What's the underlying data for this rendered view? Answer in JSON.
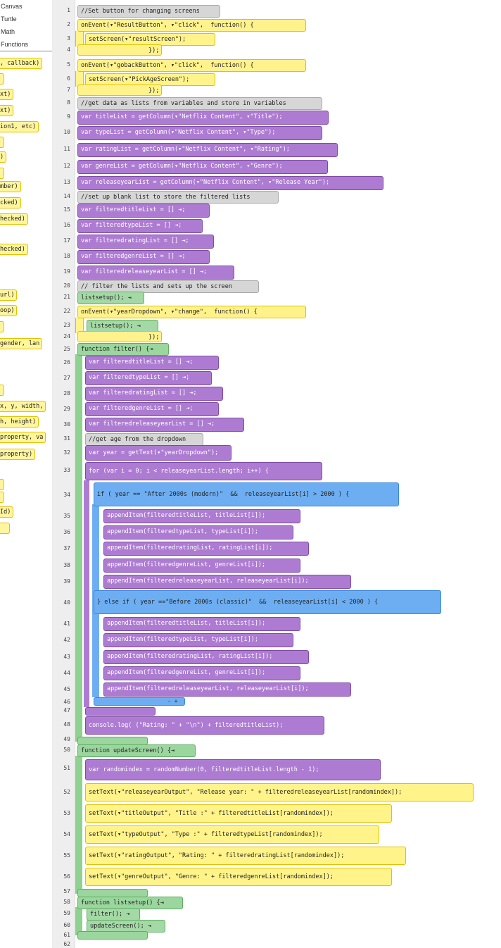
{
  "toolbox": {
    "categories": [
      "Canvas",
      "Turtle",
      "Math",
      "Functions"
    ],
    "blocks": [
      ", callback)",
      "",
      "xt)",
      "xt)",
      "ion1, etc)",
      "",
      ")",
      "",
      "mber)",
      "cked)",
      "hecked)",
      "hecked)",
      "url)",
      "oop)",
      "",
      " gender, lan",
      "",
      "x, y, width,",
      "h, height)",
      "property, va",
      "property)",
      "",
      "",
      "Id)",
      ""
    ]
  },
  "editor": {
    "line_numbers": [
      "1",
      "2",
      "3",
      "4",
      "5",
      "6",
      "7",
      "8",
      "9",
      "10",
      "11",
      "12",
      "13",
      "14",
      "15",
      "16",
      "17",
      "18",
      "19",
      "20",
      "21",
      "22",
      "23",
      "24",
      "25",
      "26",
      "27",
      "28",
      "29",
      "30",
      "31",
      "32",
      "33",
      "34",
      "35",
      "36",
      "37",
      "38",
      "39",
      "40",
      "41",
      "42",
      "43",
      "44",
      "45",
      "46",
      "47",
      "48",
      "49",
      "50",
      "51",
      "52",
      "53",
      "54",
      "55",
      "56",
      "57",
      "58",
      "59",
      "60",
      "61",
      "62"
    ],
    "blocks": [
      {
        "id": "b1",
        "kind": "comment",
        "text": "//Set button for changing screens"
      },
      {
        "id": "b2",
        "kind": "event",
        "text": "onEvent(▾\"ResultButton\", ▾\"click\",  function() {"
      },
      {
        "id": "b3",
        "kind": "ui",
        "text": "setScreen(▾\"resultScreen\");"
      },
      {
        "id": "b4",
        "kind": "event",
        "text": "});"
      },
      {
        "id": "b5",
        "kind": "event",
        "text": "onEvent(▾\"gobackButton\", ▾\"click\",  function() {"
      },
      {
        "id": "b6",
        "kind": "ui",
        "text": "setScreen(▾\"PickAgeScreen\");"
      },
      {
        "id": "b7",
        "kind": "event",
        "text": "});"
      },
      {
        "id": "b8",
        "kind": "comment",
        "text": "//get data as lists from variables and store in variables"
      },
      {
        "id": "b9",
        "kind": "var",
        "text": "var titleList = getColumn(▾\"Netflix Content\", ▾\"Title\");"
      },
      {
        "id": "b10",
        "kind": "var",
        "text": "var typeList = getColumn(▾\"Netflix Content\", ▾\"Type\");"
      },
      {
        "id": "b11",
        "kind": "var",
        "text": "var ratingList = getColumn(▾\"Netflix Content\", ▾\"Rating\");"
      },
      {
        "id": "b12",
        "kind": "var",
        "text": "var genreList = getColumn(▾\"Netflix Content\", ▾\"Genre\");"
      },
      {
        "id": "b13",
        "kind": "var",
        "text": "var releaseyearList = getColumn(▾\"Netflix Content\", ▾\"Release Year\");"
      },
      {
        "id": "b14",
        "kind": "comment",
        "text": "//set up blank list to store the filtered lists"
      },
      {
        "id": "b15",
        "kind": "var",
        "text": "var filteredtitleList = [] ⇥;"
      },
      {
        "id": "b16",
        "kind": "var",
        "text": "var filteredtypeList = [] ⇥;"
      },
      {
        "id": "b17",
        "kind": "var",
        "text": "var filteredratingList = [] ⇥;"
      },
      {
        "id": "b18",
        "kind": "var",
        "text": "var filteredgenreList = [] ⇥;"
      },
      {
        "id": "b19",
        "kind": "var",
        "text": "var filteredreleaseyearList = [] ⇥;"
      },
      {
        "id": "b20",
        "kind": "comment",
        "text": "// filter the lists and sets up the screen"
      },
      {
        "id": "b21",
        "kind": "func",
        "text": "listsetup(); ⇥"
      },
      {
        "id": "b22",
        "kind": "event",
        "text": "onEvent(▾\"yearDropdown\", ▾\"change\",  function() {"
      },
      {
        "id": "b23",
        "kind": "func",
        "text": "listsetup(); ⇥"
      },
      {
        "id": "b24",
        "kind": "event",
        "text": "});"
      },
      {
        "id": "b25",
        "kind": "func",
        "text": "function filter() {⇥"
      },
      {
        "id": "b26",
        "kind": "var",
        "text": "var filteredtitleList = [] ⇥;"
      },
      {
        "id": "b27",
        "kind": "var",
        "text": "var filteredtypeList = [] ⇥;"
      },
      {
        "id": "b28",
        "kind": "var",
        "text": "var filteredratingList = [] ⇥;"
      },
      {
        "id": "b29",
        "kind": "var",
        "text": "var filteredgenreList = [] ⇥;"
      },
      {
        "id": "b30",
        "kind": "var",
        "text": "var filteredreleaseyearList = [] ⇥;"
      },
      {
        "id": "b31",
        "kind": "comment",
        "text": "//get age from the dropdown"
      },
      {
        "id": "b32",
        "kind": "var",
        "text": "var year = getText(▾\"yearDropdown\");"
      },
      {
        "id": "b33",
        "kind": "control",
        "text": "for (var i = 0; i < releaseyearList.length; i++) {"
      },
      {
        "id": "b34",
        "kind": "control",
        "text": "if ( year == \"After 2000s (modern)\"  &&  releaseyearList[i] > 2000 ) {"
      },
      {
        "id": "b35",
        "kind": "var",
        "text": "appendItem(filteredtitleList, titleList[i]);"
      },
      {
        "id": "b36",
        "kind": "var",
        "text": "appendItem(filteredtypeList, typeList[i]);"
      },
      {
        "id": "b37",
        "kind": "var",
        "text": "appendItem(filteredratingList, ratingList[i]);"
      },
      {
        "id": "b38",
        "kind": "var",
        "text": "appendItem(filteredgenreList, genreList[i]);"
      },
      {
        "id": "b39",
        "kind": "var",
        "text": "appendItem(filteredreleaseyearList, releaseyearList[i]);"
      },
      {
        "id": "b40",
        "kind": "control",
        "text": "} else if ( year ==\"Before 2000s (classic)\"  &&  releaseyearList[i] < 2000 ) {"
      },
      {
        "id": "b41",
        "kind": "var",
        "text": "appendItem(filteredtitleList, titleList[i]);"
      },
      {
        "id": "b42",
        "kind": "var",
        "text": "appendItem(filteredtypeList, typeList[i]);"
      },
      {
        "id": "b43",
        "kind": "var",
        "text": "appendItem(filteredratingList, ratingList[i]);"
      },
      {
        "id": "b44",
        "kind": "var",
        "text": "appendItem(filteredgenreList, genreList[i]);"
      },
      {
        "id": "b45",
        "kind": "var",
        "text": "appendItem(filteredreleaseyearList, releaseyearList[i]);"
      },
      {
        "id": "b46",
        "kind": "control",
        "text": "- +"
      },
      {
        "id": "b48",
        "kind": "var",
        "text": "console.log( (\"Rating: \" + \"\\n\") + filteredtitleList);"
      },
      {
        "id": "b50",
        "kind": "func",
        "text": "function updateScreen() {⇥"
      },
      {
        "id": "b51",
        "kind": "var",
        "text": "var randomindex = randomNumber(0, filteredtitleList.length - 1);"
      },
      {
        "id": "b52",
        "kind": "ui",
        "text": "setText(▾\"releaseyearOutput\", \"Release year: \" + filteredreleaseyearList[randomindex]);"
      },
      {
        "id": "b53",
        "kind": "ui",
        "text": "setText(▾\"titleOutput\", \"Title :\" + filteredtitleList[randomindex]);"
      },
      {
        "id": "b54",
        "kind": "ui",
        "text": "setText(▾\"typeOutput\", \"Type :\" + filteredtypeList[randomindex]);"
      },
      {
        "id": "b55",
        "kind": "ui",
        "text": "setText(▾\"ratingOutput\", \"Rating: \" + filteredratingList[randomindex]);"
      },
      {
        "id": "b56",
        "kind": "ui",
        "text": "setText(▾\"genreOutput\", \"Genre: \" + filteredgenreList[randomindex]);"
      },
      {
        "id": "b58",
        "kind": "func",
        "text": "function listsetup() {⇥"
      },
      {
        "id": "b59",
        "kind": "func",
        "text": "filter(); ⇥"
      },
      {
        "id": "b60",
        "kind": "func",
        "text": "updateScreen(); ⇥"
      }
    ]
  },
  "colors": {
    "event": "#fff28a",
    "ui": "#fff38a",
    "var": "#ad7cd2",
    "func": "#9ad69d",
    "control": "#6daef2",
    "math": "#f5b94f",
    "comment": "#d6d6d6",
    "gutter": "#eeeeee"
  }
}
